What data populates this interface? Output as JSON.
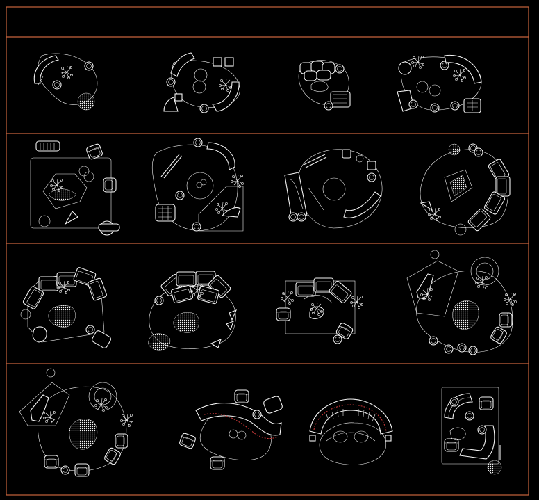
{
  "colors": {
    "background": "#000000",
    "linework": "#f2f2f2",
    "frame": "#c8643c",
    "accent_red": "#d23c3c"
  },
  "sheet": {
    "rows": 5,
    "columns": 4,
    "vignette_count": 16,
    "has_text": false
  },
  "icons": [
    "armchair-icon",
    "sofa-icon",
    "curved-sofa-icon",
    "sectional-sofa-icon",
    "coffee-table-icon",
    "side-table-icon",
    "potted-plant-icon",
    "area-rug-icon",
    "stool-icon",
    "chaise-lounge-icon"
  ]
}
